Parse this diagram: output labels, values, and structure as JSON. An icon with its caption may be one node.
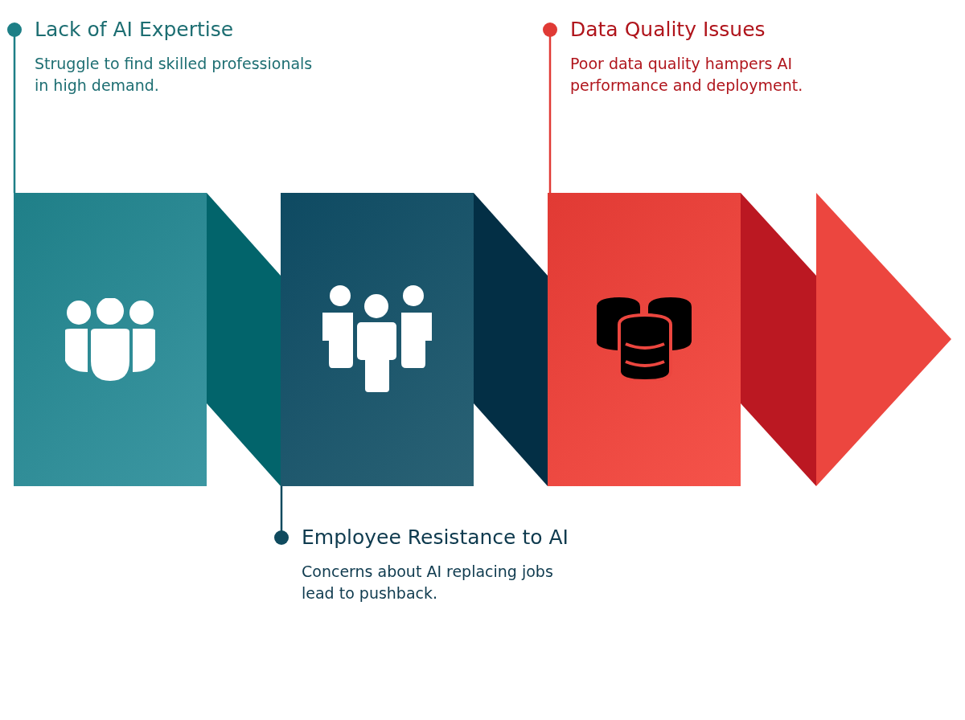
{
  "diagram": {
    "nodes": [
      {
        "text": [
          "Lack of AI Expertise",
          "Struggle to find skilled professionals in high demand."
        ]
      },
      {
        "text": [
          "Data Quality Issues",
          "Poor data quality hampers AI performance and deployment."
        ]
      },
      {
        "text": [],
        "shape": "box"
      },
      {
        "text": [],
        "shape": "box"
      },
      {
        "text": [],
        "shape": "box"
      },
      {
        "text": [
          "Employee Resistance to AI",
          "Concerns about AI replacing jobs lead to pushback."
        ]
      }
    ],
    "edges": [
      {
        "from": 0,
        "to": 2,
        "arrow": "other",
        "color": "#1d7f86"
      },
      {
        "from": 1,
        "to": 4,
        "arrow": "other",
        "color": "#e03a35"
      },
      {
        "from": 5,
        "to": 3,
        "arrow": "other",
        "color": "#0f4a5e"
      }
    ]
  }
}
